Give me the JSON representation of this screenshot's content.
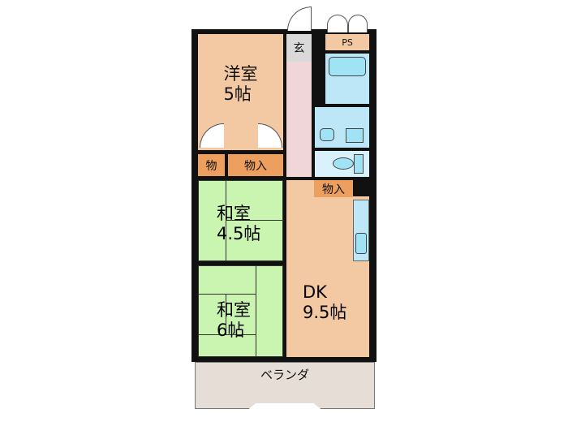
{
  "rooms": {
    "western": {
      "name": "洋室",
      "size": "5帖"
    },
    "storage_small": "物",
    "closet_1": "物入",
    "japanese_1": {
      "name": "和室",
      "size": "4.5帖"
    },
    "japanese_2": {
      "name": "和室",
      "size": "6帖"
    },
    "entrance": "玄",
    "ps": "PS",
    "closet_2": "物入",
    "dk": {
      "name": "DK",
      "size": "9.5帖"
    },
    "balcony": "ベランダ"
  },
  "colors": {
    "western": "#f3c9a4",
    "dk": "#f3c9a4",
    "storage": "#ec9f5e",
    "tatami": "#c9f5b0",
    "corridor": "#f1d6d9",
    "entrance": "#d9d9d9",
    "wet": "#bde7f7",
    "balcony": "#e6ddd6"
  }
}
